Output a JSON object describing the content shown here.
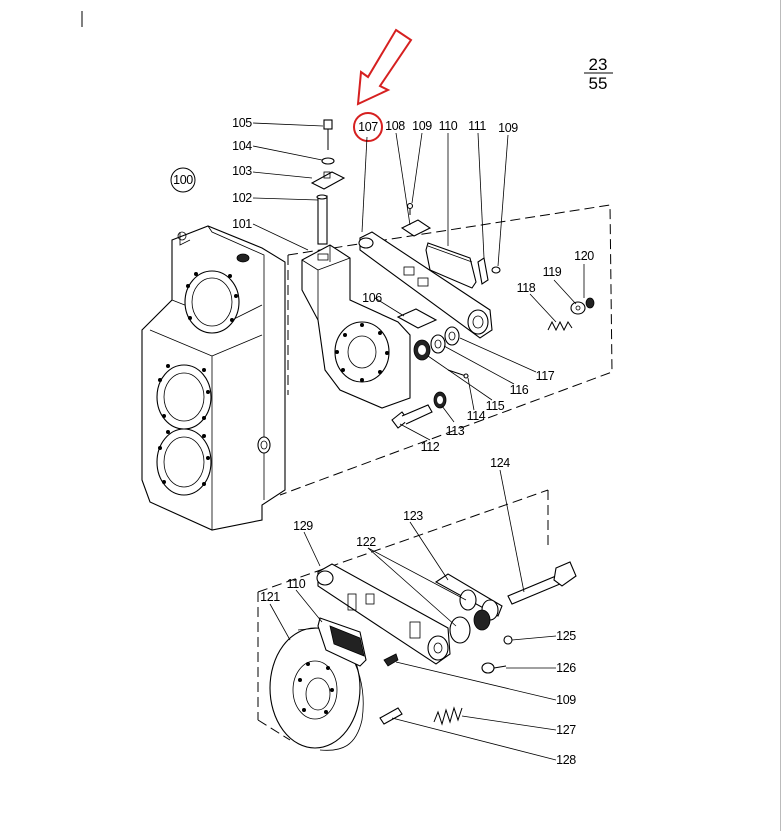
{
  "page_number": {
    "numerator": "23",
    "denominator": "55"
  },
  "group_label": "100",
  "highlighted_part": "107",
  "highlight_color": "#d62020",
  "callouts": [
    {
      "id": "c105",
      "text": "105"
    },
    {
      "id": "c104",
      "text": "104"
    },
    {
      "id": "c103",
      "text": "103"
    },
    {
      "id": "c102",
      "text": "102"
    },
    {
      "id": "c101",
      "text": "101"
    },
    {
      "id": "c107",
      "text": "107"
    },
    {
      "id": "c108",
      "text": "108"
    },
    {
      "id": "c109a",
      "text": "109"
    },
    {
      "id": "c110a",
      "text": "110"
    },
    {
      "id": "c111",
      "text": "111"
    },
    {
      "id": "c109b",
      "text": "109"
    },
    {
      "id": "c106",
      "text": "106"
    },
    {
      "id": "c120",
      "text": "120"
    },
    {
      "id": "c119",
      "text": "119"
    },
    {
      "id": "c118",
      "text": "118"
    },
    {
      "id": "c117",
      "text": "117"
    },
    {
      "id": "c116",
      "text": "116"
    },
    {
      "id": "c115",
      "text": "115"
    },
    {
      "id": "c114",
      "text": "114"
    },
    {
      "id": "c113",
      "text": "113"
    },
    {
      "id": "c112",
      "text": "112"
    },
    {
      "id": "c124",
      "text": "124"
    },
    {
      "id": "c129",
      "text": "129"
    },
    {
      "id": "c123",
      "text": "123"
    },
    {
      "id": "c122",
      "text": "122"
    },
    {
      "id": "c121",
      "text": "121"
    },
    {
      "id": "c110b",
      "text": "110"
    },
    {
      "id": "c125",
      "text": "125"
    },
    {
      "id": "c126",
      "text": "126"
    },
    {
      "id": "c109c",
      "text": "109"
    },
    {
      "id": "c127",
      "text": "127"
    },
    {
      "id": "c128",
      "text": "128"
    }
  ]
}
